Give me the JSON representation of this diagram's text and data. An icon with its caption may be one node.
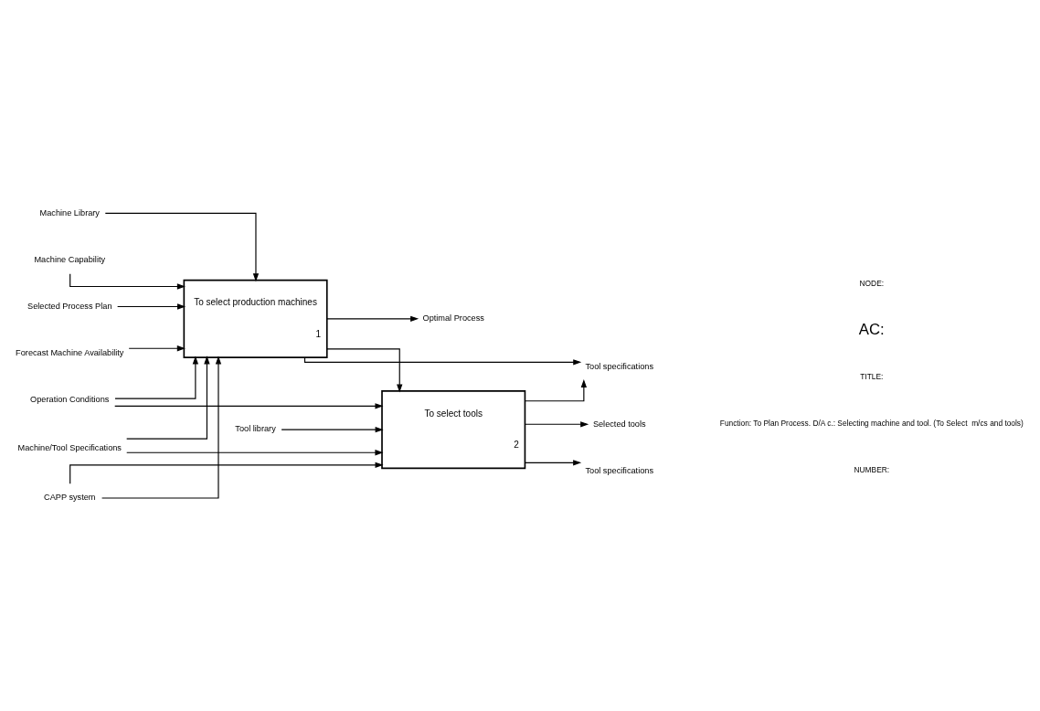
{
  "diagram": {
    "nodes": [
      {
        "text": [
          "To select production machines",
          "1"
        ]
      },
      {
        "text": [
          "To select tools",
          "2"
        ]
      },
      {
        "text": [
          "Machine Capability"
        ]
      },
      {
        "text": [
          "Machine/Tool Specifications"
        ]
      },
      {
        "text": [
          "Selected Process Plan"
        ]
      },
      {
        "text": [
          "Forecast Machine Availability"
        ]
      },
      {
        "text": [
          "Machine Library"
        ]
      },
      {
        "text": [
          "Operation Conditions"
        ]
      },
      {
        "text": [
          "Tool library"
        ]
      },
      {
        "text": [
          "CAPP system"
        ]
      },
      {
        "text": [
          "Tool specifications"
        ]
      },
      {
        "text": [
          "Optimal Process"
        ]
      },
      {
        "text": [
          "Tool specifications"
        ]
      },
      {
        "text": [
          "Selected tools"
        ]
      }
    ],
    "edges": [
      {
        "from": 2,
        "to": 0,
        "arrow": "to"
      },
      {
        "from": 3,
        "to": 0,
        "arrow": "to"
      },
      {
        "from": 3,
        "to": 1,
        "arrow": "to"
      },
      {
        "from": 4,
        "to": 0,
        "arrow": "to"
      },
      {
        "from": 5,
        "to": 0,
        "arrow": "to"
      },
      {
        "from": 6,
        "to": 0,
        "arrow": "to"
      },
      {
        "from": 7,
        "to": 0,
        "arrow": "to"
      },
      {
        "from": 7,
        "to": 1,
        "arrow": "to"
      },
      {
        "from": 8,
        "to": 1,
        "arrow": "to"
      },
      {
        "from": 9,
        "to": 0,
        "arrow": "to"
      },
      {
        "from": 9,
        "to": 1,
        "arrow": "to"
      },
      {
        "from": 0,
        "to": 10,
        "arrow": "to"
      },
      {
        "from": 0,
        "to": 11,
        "arrow": "to"
      },
      {
        "from": 0,
        "to": 1,
        "arrow": "to"
      },
      {
        "from": 1,
        "to": 10,
        "arrow": "to"
      },
      {
        "from": 1,
        "to": 12,
        "arrow": "to"
      },
      {
        "from": 1,
        "to": 13,
        "arrow": "to"
      }
    ],
    "labels": [
      "NODE:",
      "AC:",
      "TITLE:",
      "Function: To Plan Process. D/A c.: Selecting machine and tool. (To Select  m/cs and tools)",
      "NUMBER:"
    ]
  }
}
